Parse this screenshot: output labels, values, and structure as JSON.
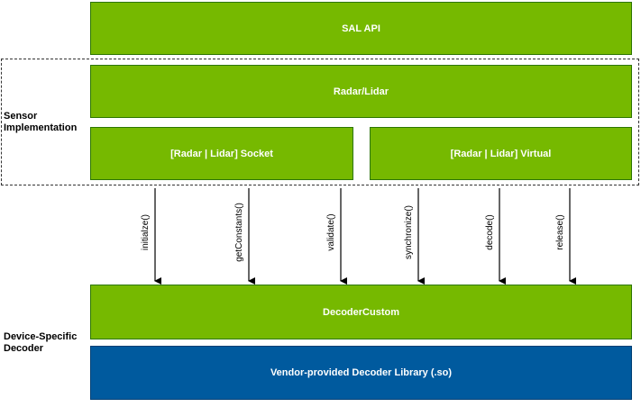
{
  "diagram": {
    "sal_api": "SAL API",
    "sensor_group": {
      "label_line1": "Sensor",
      "label_line2": "Implementation",
      "radar_lidar": "Radar/Lidar",
      "socket": "[Radar | Lidar] Socket",
      "virtual": "[Radar | Lidar] Virtual"
    },
    "calls": [
      "initialze()",
      "getConstants()",
      "validate()",
      "synchronize()",
      "decode()",
      "release()"
    ],
    "decoder_group": {
      "label_line1": "Device-Specific",
      "label_line2": "Decoder",
      "decoder_custom": "DecoderCustom",
      "vendor_library": "Vendor-provided Decoder Library (.so)"
    },
    "colors": {
      "green": "#76B900",
      "blue": "#005A9E"
    }
  }
}
